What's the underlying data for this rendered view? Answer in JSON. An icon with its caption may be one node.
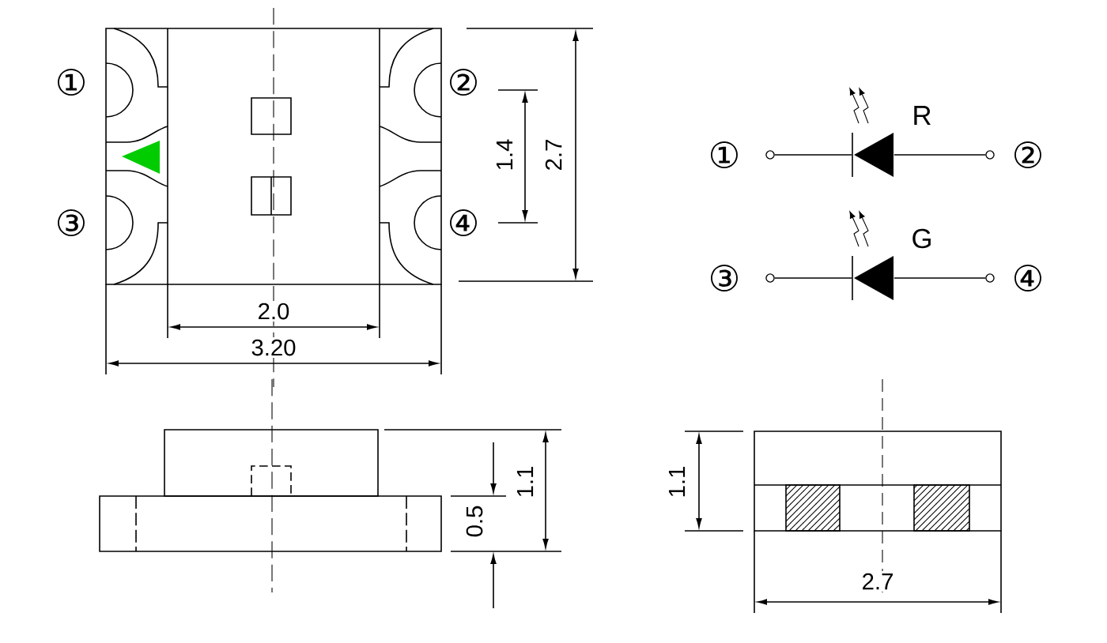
{
  "diagram": {
    "nodes": [
      {
        "text": [],
        "shape": "circle",
        "beside": [
          "①"
        ]
      },
      {
        "text": [],
        "shape": "diode",
        "beside": [
          "R"
        ]
      },
      {
        "text": [],
        "shape": "circle",
        "beside": [
          "②"
        ]
      },
      {
        "text": [],
        "shape": "circle",
        "beside": [
          "③"
        ]
      },
      {
        "text": [],
        "shape": "diode",
        "beside": [
          "G"
        ]
      },
      {
        "text": [],
        "shape": "circle",
        "beside": [
          "④"
        ]
      }
    ],
    "edges": [
      {
        "from": 0,
        "to": 1,
        "arrow": "none"
      },
      {
        "from": 1,
        "to": 2,
        "arrow": "none"
      },
      {
        "from": 3,
        "to": 4,
        "arrow": "none"
      },
      {
        "from": 4,
        "to": 5,
        "arrow": "none"
      }
    ],
    "labels": [
      "①",
      "②",
      "1.4",
      "2.7",
      "③",
      "④",
      "2.0",
      "3.20",
      "1.1",
      "0.5",
      "1.1",
      "2.7"
    ]
  }
}
